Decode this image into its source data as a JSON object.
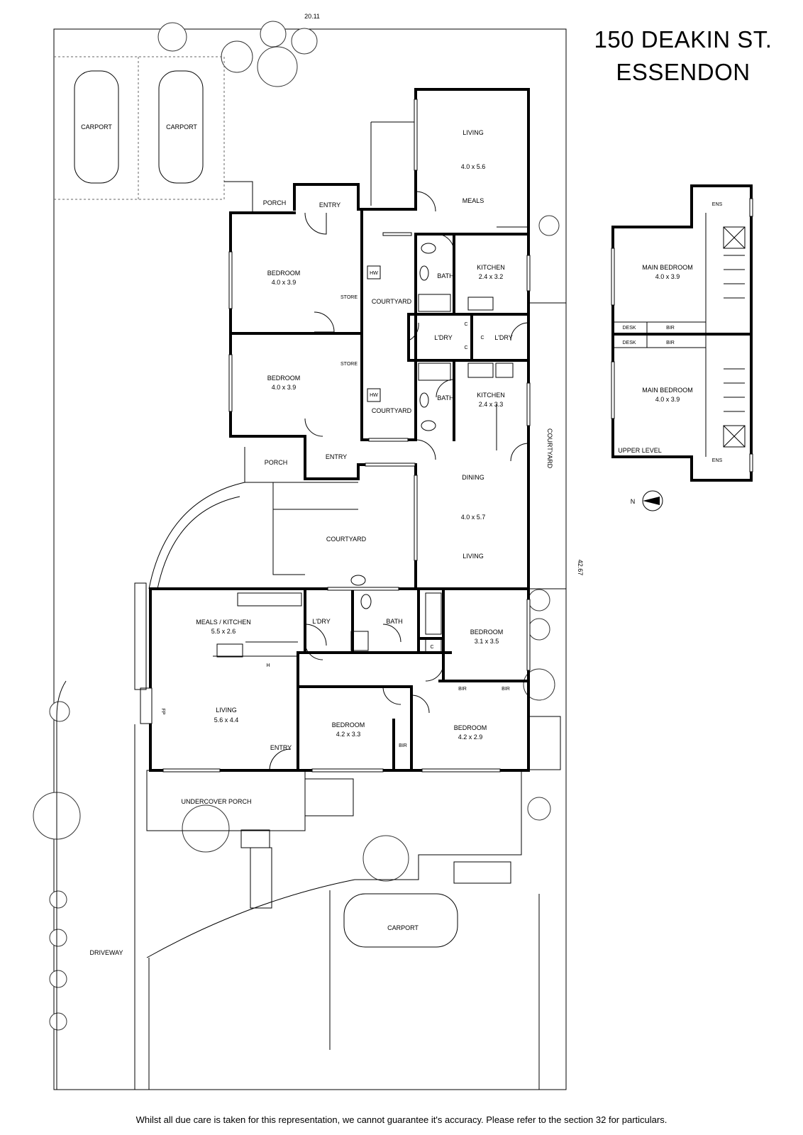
{
  "header": {
    "title_line1": "150 DEAKIN ST.",
    "title_line2": "ESSENDON"
  },
  "dimensions": {
    "top": "20.11",
    "side": "42.67"
  },
  "rooms": {
    "carport_1": "CARPORT",
    "carport_2": "CARPORT",
    "carport_3": "CARPORT",
    "porch_1": "PORCH",
    "entry_1": "ENTRY",
    "living_top": "LIVING",
    "living_top_dim": "4.0 x 5.6",
    "meals_top": "MEALS",
    "bedroom_1": "BEDROOM",
    "bedroom_1_dim": "4.0 x 3.9",
    "store_1": "STORE",
    "hw_1": "HW",
    "courtyard_1": "COURTYARD",
    "bath_1": "BATH",
    "kitchen_1": "KITCHEN",
    "kitchen_1_dim": "2.4 x 3.2",
    "ldry_1": "L'DRY",
    "ldry_2": "L'DRY",
    "c_1": "C",
    "c_2": "C",
    "c_3": "C",
    "bedroom_2": "BEDROOM",
    "bedroom_2_dim": "4.0 x 3.9",
    "store_2": "STORE",
    "hw_2": "HW",
    "courtyard_2": "COURTYARD",
    "bath_2": "BATH",
    "kitchen_2": "KITCHEN",
    "kitchen_2_dim": "2.4 x 3.3",
    "courtyard_side": "COURTYARD",
    "porch_2": "PORCH",
    "entry_2": "ENTRY",
    "dining": "DINING",
    "dining_dim": "4.0 x 5.7",
    "living_mid": "LIVING",
    "courtyard_3": "COURTYARD",
    "meals_kitchen": "MEALS / KITCHEN",
    "meals_kitchen_dim": "5.5 x 2.6",
    "ldry_3": "L'DRY",
    "bath_3": "BATH",
    "bedroom_3": "BEDROOM",
    "bedroom_3_dim": "3.1 x 3.5",
    "bir_1": "BIR",
    "bir_2": "BIR",
    "bir_3": "BIR",
    "living_front": "LIVING",
    "living_front_dim": "5.6 x 4.4",
    "fp": "FP",
    "h": "H",
    "entry_3": "ENTRY",
    "bedroom_4": "BEDROOM",
    "bedroom_4_dim": "4.2 x 3.3",
    "bedroom_5": "BEDROOM",
    "bedroom_5_dim": "4.2 x 2.9",
    "undercover_porch": "UNDERCOVER PORCH",
    "driveway": "DRIVEWAY"
  },
  "upper": {
    "ens_1": "ENS",
    "main_bedroom_1": "MAIN BEDROOM",
    "main_bedroom_1_dim": "4.0 x 3.9",
    "desk_1": "DESK",
    "bir_u1": "BIR",
    "desk_2": "DESK",
    "bir_u2": "BIR",
    "main_bedroom_2": "MAIN BEDROOM",
    "main_bedroom_2_dim": "4.0 x 3.9",
    "upper_level": "UPPER LEVEL",
    "ens_2": "ENS",
    "north": "N"
  },
  "footer": {
    "disclaimer": "Whilst all due care is taken for this representation, we cannot guarantee it's accuracy. Please refer to the section 32 for particulars."
  }
}
